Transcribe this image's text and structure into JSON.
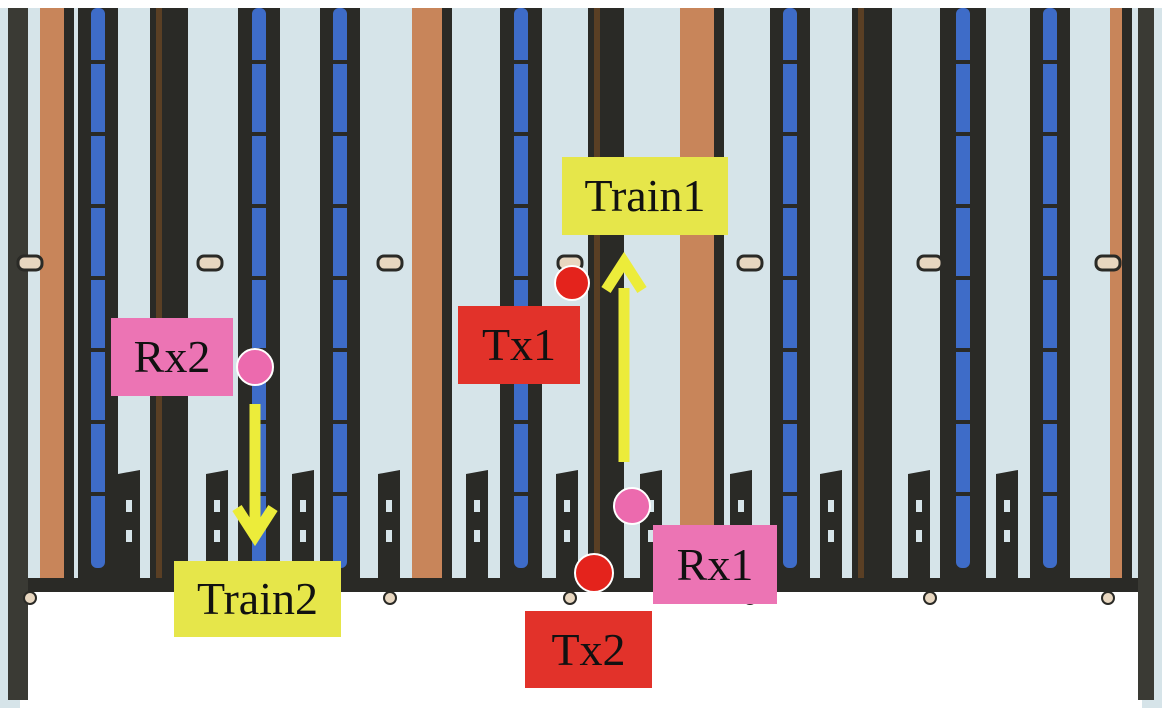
{
  "labels": {
    "train1": "Train1",
    "train2": "Train2",
    "tx1": "Tx1",
    "tx2": "Tx2",
    "rx1": "Rx1",
    "rx2": "Rx2"
  },
  "colors": {
    "background": "#d6e4e9",
    "frame_dark": "#2a2a26",
    "bar_brown": "#5a3f24",
    "copper": "#c8855a",
    "blue_slot": "#3e6cc8",
    "floor": "#ffffff",
    "train_label_bg": "#e6e64a",
    "train_arrow": "#ecec3a",
    "tx_label_bg": "#e2322a",
    "tx_dot": "#e4231c",
    "rx_label_bg": "#ec74b4",
    "rx_dot": "#ec6aae"
  },
  "icons": {
    "train1_direction": "arrow-up-icon",
    "train2_direction": "arrow-down-icon",
    "tx_marker": "red-dot-icon",
    "rx_marker": "pink-dot-icon"
  }
}
